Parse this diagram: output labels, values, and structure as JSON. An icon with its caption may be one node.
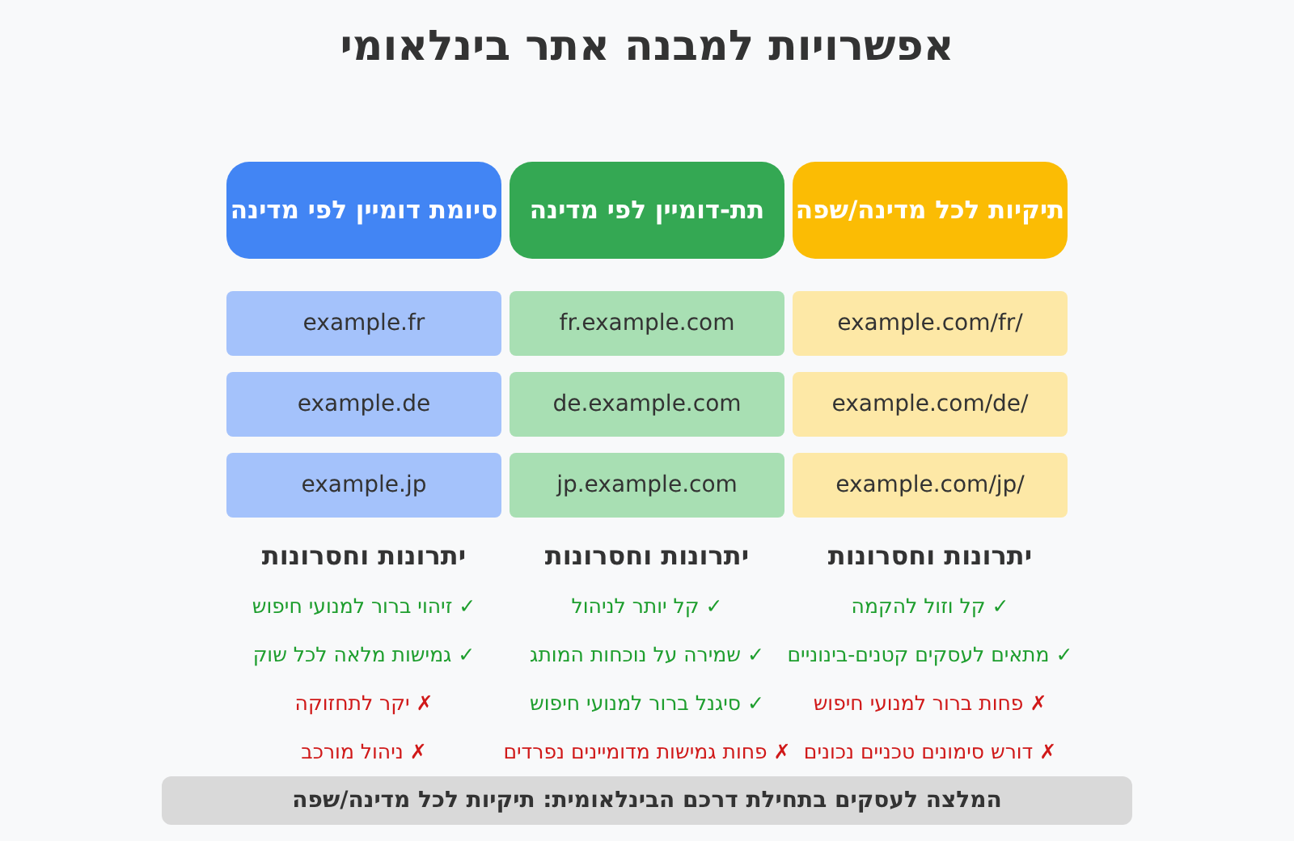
{
  "diagram": {
    "title": "אפשרויות למבנה אתר בינלאומי",
    "nodes": [
      {
        "text": [
          "תיקיות לכל מדינה/שפה"
        ]
      },
      {
        "text": [
          "תת-דומיין לפי מדינה"
        ]
      },
      {
        "text": [
          "סיומת דומיין לפי מדינה"
        ]
      },
      {
        "text": [
          "example.com/fr/"
        ]
      },
      {
        "text": [
          "fr.example.com"
        ]
      },
      {
        "text": [
          "example.fr"
        ]
      },
      {
        "text": [
          "example.com/de/"
        ]
      },
      {
        "text": [
          "de.example.com"
        ]
      },
      {
        "text": [
          "example.de"
        ]
      },
      {
        "text": [
          "example.com/jp/"
        ]
      },
      {
        "text": [
          "jp.example.com"
        ]
      },
      {
        "text": [
          "example.jp"
        ]
      },
      {
        "text": [
          "המלצה לעסקים בתחילת דרכם הבינלאומית: תיקיות לכל מדינה/שפה"
        ]
      }
    ],
    "edges": [],
    "labels": [
      "יתרונות וחסרונות",
      "✓ קל וזול להקמה",
      "✓ מתאים לעסקים קטנים-בינוניים",
      "✗ פחות ברור למנועי חיפוש",
      "✗ דורש סימונים טכניים נכונים",
      "יתרונות וחסרונות",
      "✓ קל יותר לניהול",
      "✓ שמירה על נוכחות המותג",
      "✓ סיגנל ברור למנועי חיפוש",
      "✗ פחות גמישות מדומיינים נפרדים",
      "יתרונות וחסרונות",
      "✓ זיהוי ברור למנועי חיפוש",
      "✓ גמישות מלאה לכל שוק",
      "✗ יקר לתחזוקה",
      "✗ ניהול מורכב"
    ]
  }
}
